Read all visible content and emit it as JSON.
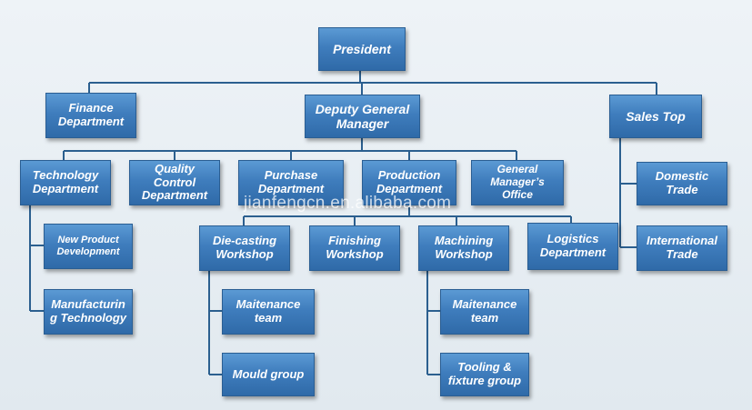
{
  "nodes": {
    "president": "President",
    "finance": "Finance\nDepartment",
    "deputy": "Deputy General\nManager",
    "sales_top": "Sales Top",
    "technology": "Technology\nDepartment",
    "quality": "Quality\nControl\nDepartment",
    "purchase": "Purchase\nDepartment",
    "production": "Production\nDepartment",
    "gm_office": "General\nManager’s\nOffice",
    "domestic": "Domestic\nTrade",
    "international": "International\nTrade",
    "new_product": "New Product\nDevelopment",
    "manufacturing": "Manufacturin\ng Technology",
    "die_casting": "Die-casting\nWorkshop",
    "finishing": "Finishing\nWorkshop",
    "machining": "Machining\nWorkshop",
    "logistics": "Logistics\nDepartment",
    "maint_die": "Maitenance\nteam",
    "mould": "Mould group",
    "maint_mach": "Maitenance\nteam",
    "tooling": "Tooling  &\nfixture group"
  },
  "watermark": "jianfengcn.en.alibaba.com",
  "colors": {
    "box": "#3f7dbd",
    "line": "#2b5f8f",
    "text": "#ffffff"
  }
}
